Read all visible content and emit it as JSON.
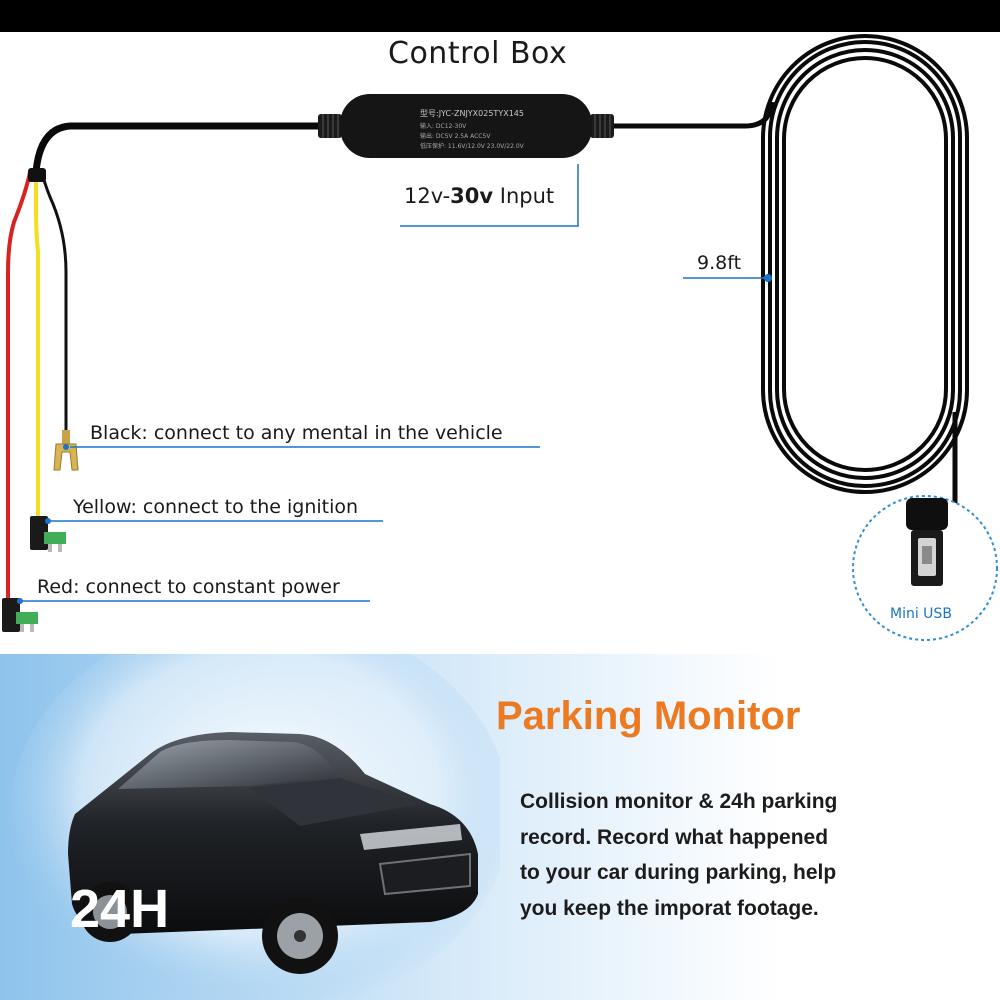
{
  "diagram": {
    "title": "Control Box",
    "input_label_prefix": "12v-",
    "input_label_bold": "30v",
    "input_label_suffix": " Input",
    "cable_length": "9.8ft",
    "wires": [
      {
        "label": "Black: connect to any mental in the vehicle",
        "color": "#111111"
      },
      {
        "label": "Yellow: connect to the ignition",
        "color": "#f5de1c"
      },
      {
        "label": "Red: connect to constant power",
        "color": "#d82323"
      }
    ],
    "connector": "Mini USB",
    "box_text": {
      "model": "型号:JYC-ZNJYX025TYX145",
      "line1": "输入: DC12-30V",
      "line2": "输出: DC5V 2.5A  ACC5V",
      "line3": "低压保护: 11.6V/12.0V 23.0V/22.0V"
    },
    "accent_color": "#1a74c9"
  },
  "promo": {
    "headline": "Parking Monitor",
    "headline_color": "#ec7a22",
    "description_lines": [
      "Collision monitor & 24h parking",
      "record. Record what happened",
      "to your car during parking, help",
      "you keep the imporat footage."
    ],
    "badge": "24H"
  }
}
